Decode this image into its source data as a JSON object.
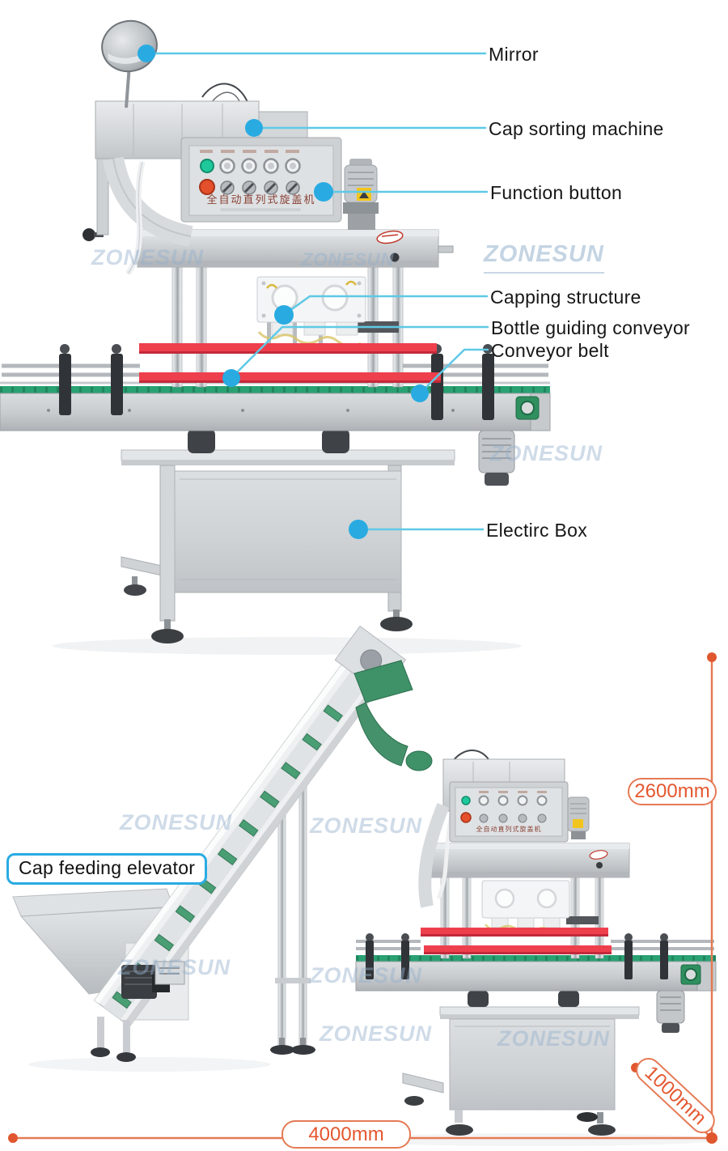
{
  "watermark": {
    "text": "ZONESUN"
  },
  "top_view": {
    "annotations": [
      {
        "id": "mirror",
        "label": "Mirror"
      },
      {
        "id": "cap-sorting-machine",
        "label": "Cap sorting machine"
      },
      {
        "id": "function-button",
        "label": "Function button"
      },
      {
        "id": "capping-structure",
        "label": "Capping structure"
      },
      {
        "id": "bottle-guiding-conveyor",
        "label": "Bottle guiding conveyor"
      },
      {
        "id": "conveyor-belt",
        "label": "Conveyor belt"
      },
      {
        "id": "electric-box",
        "label": "Electirc Box"
      }
    ],
    "control_panel": {
      "title": "全自动直列式旋盖机"
    }
  },
  "bottom_view": {
    "elevator_label": "Cap feeding elevator",
    "dimensions": {
      "height": "2600mm",
      "length": "4000mm",
      "depth": "1000mm"
    }
  },
  "colors": {
    "annotation_line": "#5fc9e6",
    "annotation_dot": "#29abe2",
    "dimension_line": "#e57a55",
    "dimension_text": "#e4572f",
    "rail_red": "#ee3f4d",
    "belt_green": "#2aa173",
    "button_green": "#1ec89b",
    "button_red": "#e4502c"
  }
}
